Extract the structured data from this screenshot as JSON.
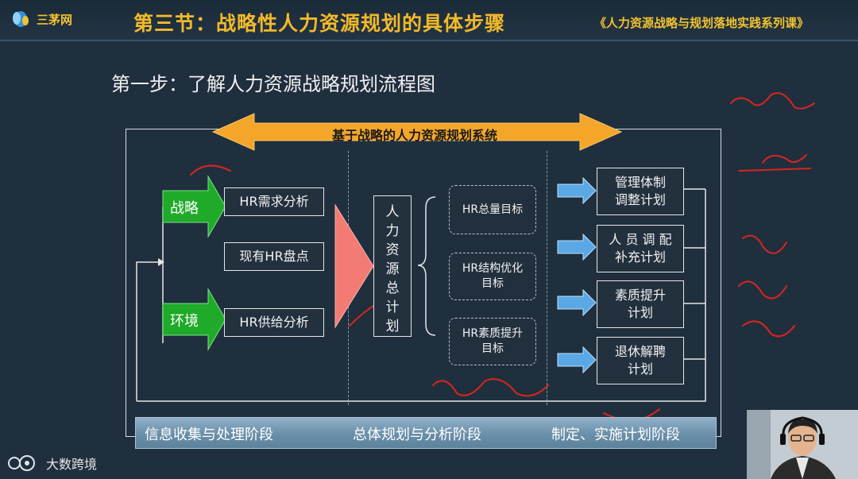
{
  "header": {
    "logo_text": "三茅网",
    "title": "第三节：战略性人力资源规划的具体步骤",
    "series": "《人力资源战略与规划落地实践系列课》"
  },
  "step_title": "第一步：了解人力资源战略规划流程图",
  "diagram": {
    "system_label": "基于战略的人力资源规划系统",
    "inputs": {
      "strategy": "战略",
      "environment": "环境"
    },
    "analysis": {
      "demand": "HR需求分析",
      "inventory": "现有HR盘点",
      "supply": "HR供给分析"
    },
    "master_plan_chars": [
      "人",
      "力",
      "资",
      "源",
      "总",
      "计",
      "划"
    ],
    "goals": {
      "total": "HR总量目标",
      "structure_line1": "HR结构优化",
      "structure_line2": "目标",
      "quality_line1": "HR素质提升",
      "quality_line2": "目标"
    },
    "plans": {
      "p1_line1": "管理体制",
      "p1_line2": "调整计划",
      "p2_line1": "人 员 调 配",
      "p2_line2": "补充计划",
      "p3_line1": "素质提升",
      "p3_line2": "计划",
      "p4_line1": "退休解聘",
      "p4_line2": "计划"
    },
    "stages": {
      "s1": "信息收集与处理阶段",
      "s2": "总体规划与分析阶段",
      "s3": "制定、实施计划阶段"
    }
  },
  "footer": {
    "brand": "大数跨境"
  },
  "colors": {
    "background": "#1f2f3e",
    "title": "#f2b92a",
    "green_arrow": "#1faa2a",
    "orange_arrow": "#f4a62a",
    "blue_arrow": "#5aa8e6",
    "annotation_red": "#d8261e"
  }
}
